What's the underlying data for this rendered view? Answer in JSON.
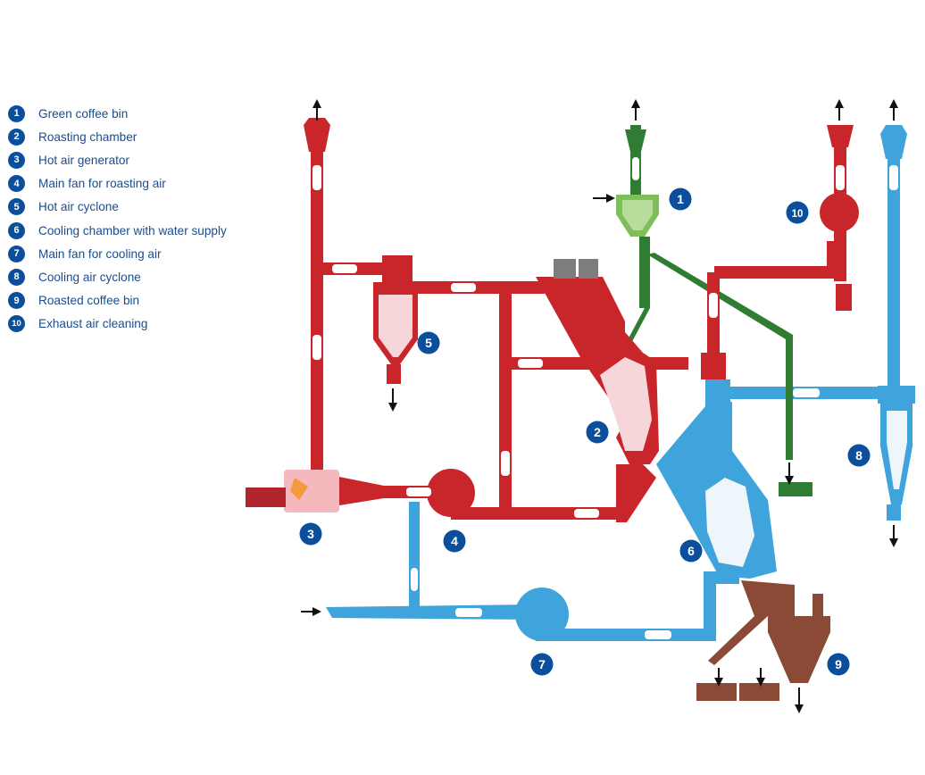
{
  "legend": [
    {
      "num": "1",
      "label": "Green coffee bin"
    },
    {
      "num": "2",
      "label": "Roasting chamber"
    },
    {
      "num": "3",
      "label": "Hot air generator"
    },
    {
      "num": "4",
      "label": "Main fan for roasting air"
    },
    {
      "num": "5",
      "label": "Hot air cyclone"
    },
    {
      "num": "6",
      "label": "Cooling chamber with water supply"
    },
    {
      "num": "7",
      "label": "Main fan for cooling air"
    },
    {
      "num": "8",
      "label": "Cooling air cyclone"
    },
    {
      "num": "9",
      "label": "Roasted coffee bin"
    },
    {
      "num": "10",
      "label": "Exhaust air cleaning"
    }
  ],
  "colors": {
    "hot_air": "#c8262b",
    "hot_air_dark": "#9c1d22",
    "cooling_air": "#3fa3dc",
    "cooling_air_dark": "#1f7cb8",
    "green_coffee": "#2f7d32",
    "roasted_coffee": "#8a4a36",
    "badge": "#0b4f9c",
    "glass": "#f7d6d9"
  }
}
